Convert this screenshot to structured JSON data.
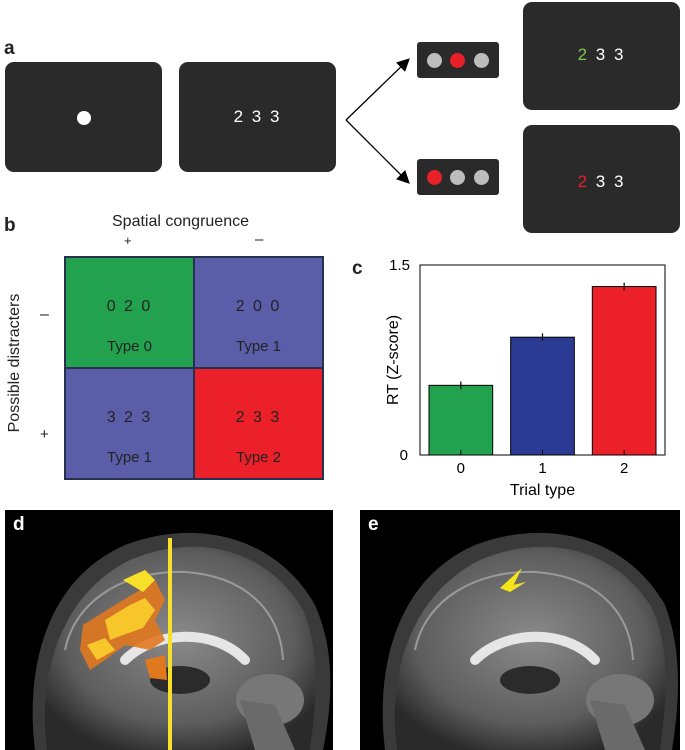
{
  "panels": {
    "a": "a",
    "b": "b",
    "c": "c",
    "d": "d",
    "e": "e"
  },
  "panel_a": {
    "stimulus": "2 3 3",
    "feedback_green": {
      "first": "2",
      "rest": " 3 3"
    },
    "feedback_red": {
      "first": "2",
      "rest": " 3 3"
    },
    "colors": {
      "screen": "#2a2a2a",
      "red": "#e8202a",
      "grey": "#bdbdbd",
      "green": "#7fc94b"
    }
  },
  "panel_b": {
    "col_title": "Spatial congruence",
    "col_plus": "+",
    "col_minus": "–",
    "row_title": "Possible distracters",
    "row_minus": "–",
    "row_plus": "+",
    "cells": [
      {
        "nums": "0 2 0",
        "type": "Type 0",
        "color": "#22a24e"
      },
      {
        "nums": "2 0 0",
        "type": "Type 1",
        "color": "#5a5ea8"
      },
      {
        "nums": "3 2 3",
        "type": "Type 1",
        "color": "#5a5ea8"
      },
      {
        "nums": "2 3 3",
        "type": "Type 2",
        "color": "#ec2028"
      }
    ]
  },
  "chart_data": {
    "type": "bar",
    "categories": [
      "0",
      "1",
      "2"
    ],
    "values": [
      0.55,
      0.93,
      1.33
    ],
    "errors": [
      0.03,
      0.03,
      0.03
    ],
    "colors": [
      "#22a24e",
      "#2b3b93",
      "#ec2028"
    ],
    "xlabel": "Trial type",
    "ylabel": "RT (Z-score)",
    "ylim": [
      0,
      1.5
    ],
    "yticks": [
      "0",
      "1.5"
    ],
    "grid": false
  }
}
